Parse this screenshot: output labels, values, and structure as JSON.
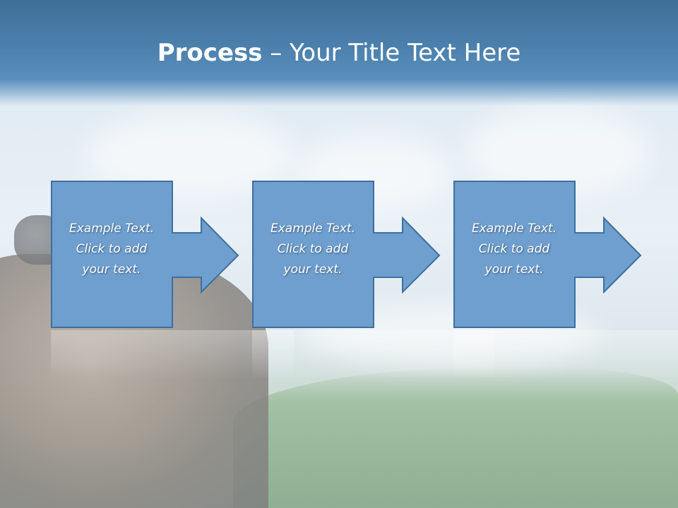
{
  "slide": {
    "title_bold": "Process",
    "title_rest": " – Your Title Text Here"
  },
  "steps": [
    {
      "line1": "Example Text.",
      "line2": "Click  to add",
      "line3": "your text."
    },
    {
      "line1": "Example Text.",
      "line2": "Click  to add",
      "line3": "your text."
    },
    {
      "line1": "Example Text.",
      "line2": "Click  to add",
      "line3": "your text."
    }
  ],
  "colors": {
    "box_fill": "#6e9fcf",
    "box_stroke": "#3f6f9e",
    "header": "#4c80ad"
  }
}
